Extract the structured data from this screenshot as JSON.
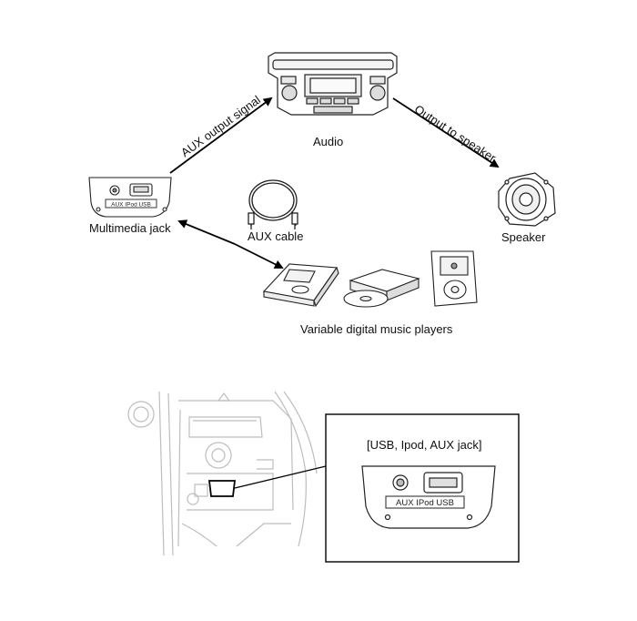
{
  "labels": {
    "audio": "Audio",
    "speaker": "Speaker",
    "multimedia_jack": "Multimedia jack",
    "aux_cable": "AUX cable",
    "players": "Variable digital music players",
    "aux_output_signal": "AUX output signal",
    "output_to_speaker": "Output to speaker",
    "inset_title": "[USB, Ipod, AUX jack]"
  },
  "jack_panel_text": {
    "small": "AUX  IPod  USB",
    "large": "AUX  IPod  USB"
  },
  "icons": [
    "audio-head-unit",
    "speaker",
    "multimedia-jack-panel",
    "aux-cable",
    "pda-player",
    "cd-player",
    "ipod-player",
    "dashboard-drawing"
  ]
}
